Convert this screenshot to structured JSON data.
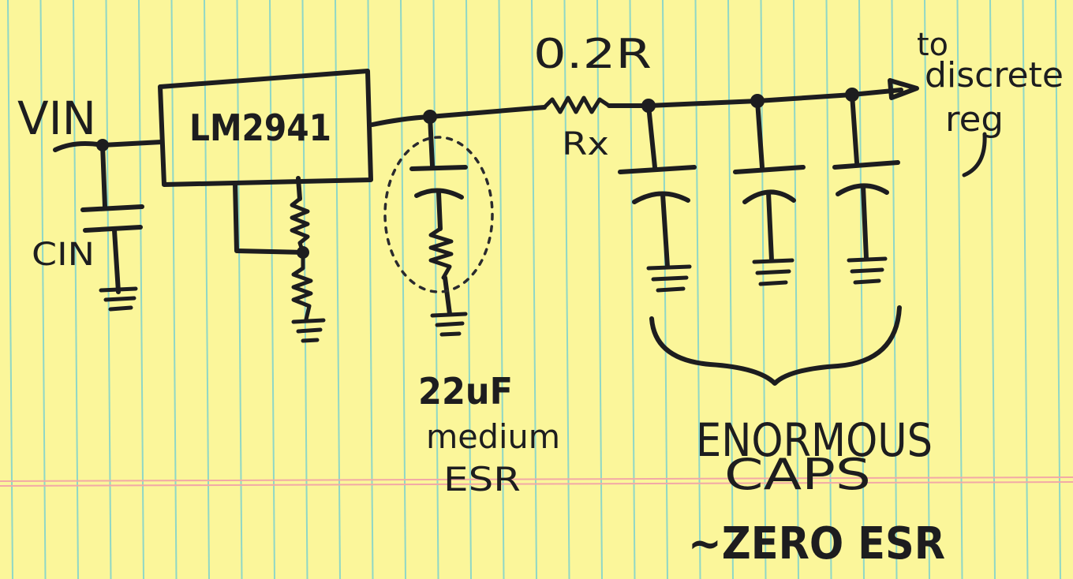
{
  "labels": {
    "vin": "VIN",
    "cin": "CIN",
    "regulator": "LM2941",
    "resistor_value": "0.2R",
    "resistor_name": "Rx",
    "output_note_1": "to",
    "output_note_2": "discrete",
    "output_note_3": "reg",
    "cap22_value": "22uF",
    "cap22_note_1": "medium",
    "cap22_note_2": "ESR",
    "caps_note_1": "ENORMOUS",
    "caps_note_2": "CAPS",
    "caps_note_3": "~ZERO ESR"
  },
  "colors": {
    "paper": "#fbf69a",
    "rule_lines": "#8fd7c6",
    "margin_line": "#f2a9a6",
    "ink": "#1d1d1f"
  }
}
